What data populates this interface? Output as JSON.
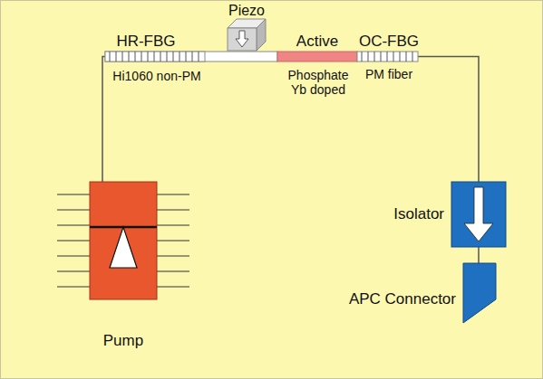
{
  "diagram": {
    "nodes": [
      {
        "text": [
          "Piezo"
        ]
      },
      {
        "text": [
          "HR-FBG",
          "Hi1060 non-PM"
        ]
      },
      {
        "text": [
          "Active",
          "Phosphate Yb doped"
        ]
      },
      {
        "text": [
          "OC-FBG",
          "PM fiber"
        ]
      },
      {
        "text": [
          "Isolator"
        ]
      },
      {
        "text": [
          "APC Connector"
        ]
      },
      {
        "text": [
          "Pump"
        ]
      }
    ],
    "edges": [
      {
        "from": 6,
        "to": 1,
        "arrow": "none"
      },
      {
        "from": 3,
        "to": 4,
        "arrow": "none"
      },
      {
        "from": 4,
        "to": 5,
        "arrow": "none"
      }
    ]
  }
}
